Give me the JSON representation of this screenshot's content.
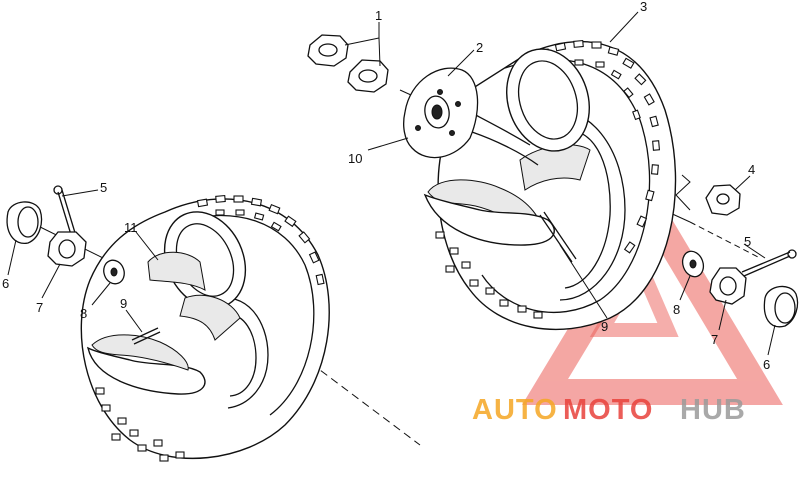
{
  "callouts": [
    "1",
    "2",
    "3",
    "4",
    "5",
    "6",
    "7",
    "8",
    "9",
    "10",
    "11"
  ],
  "watermark": {
    "part1": "AUTO",
    "part2": "MOTO",
    "part3": "HUB",
    "color_orange": "#f5a623",
    "color_red": "#e8413b",
    "color_gray": "#9a9a9a"
  }
}
